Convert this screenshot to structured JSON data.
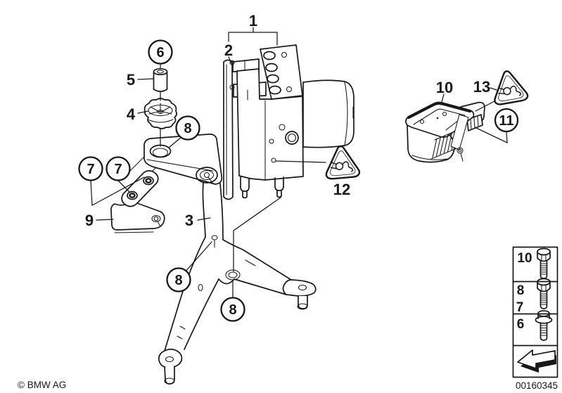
{
  "diagram": {
    "callout_labels": {
      "part1": "1",
      "part2": "2",
      "part3": "3",
      "part4": "4",
      "part5": "5",
      "part6": "6",
      "part7_a": "7",
      "part7_b": "7",
      "part8_top": "8",
      "part8_left": "8",
      "part8_center": "8",
      "part9": "9",
      "part10": "10",
      "part11": "11",
      "part12": "12",
      "part13": "13"
    },
    "warning_icon": "electrical-plug-warning-triangle"
  },
  "legend": {
    "row1_ref": "10",
    "row2_ref_top": "8",
    "row2_ref_bottom": "7",
    "row3_ref": "6",
    "arrow_icon": "direction-arrow-down-left"
  },
  "footer": {
    "copyright": "© BMW AG",
    "image_number": "00160345"
  }
}
